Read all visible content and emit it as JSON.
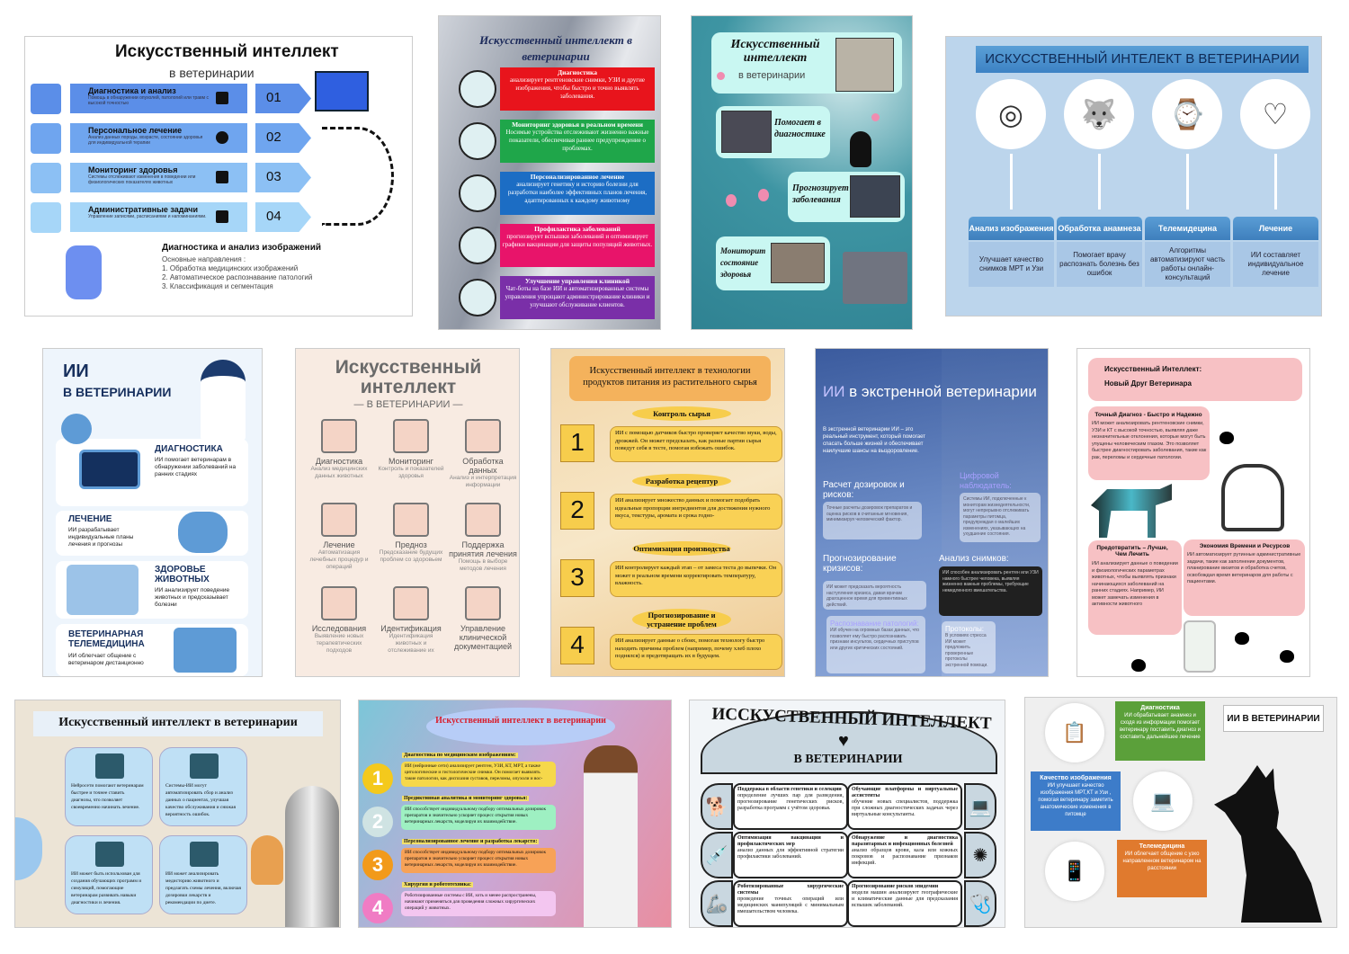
{
  "p1": {
    "title": "Искусственный интеллект",
    "subtitle": "в ветеринарии",
    "items": [
      {
        "title": "Диагностика и анализ",
        "desc": "Помощь в обнаружении опухолей, патологий или травм с высокой точностью",
        "num": "01"
      },
      {
        "title": "Персональное лечение",
        "desc": "Анализ данных породы, возрасте, состоянии здоровья для индивидуальной терапии",
        "num": "02"
      },
      {
        "title": "Мониторинг здоровья",
        "desc": "Системы отслеживают изменения в поведении или физиологических показателях животных",
        "num": "03"
      },
      {
        "title": "Административные задачи",
        "desc": "Управление записями, расписаниями и напоминаниями.",
        "num": "04"
      }
    ],
    "section_title": "Диагностика и анализ изображений",
    "section_intro": "Основные направления :",
    "list": [
      "1. Обработка медицинских изображений",
      "2. Автоматическое распознавание патологий",
      "3. Классификация и сегментация"
    ]
  },
  "p2": {
    "title": "Искусственный интеллект в ветеринарии",
    "items": [
      {
        "title": "Диагностика",
        "text": "анализирует рентгеновские снимки, УЗИ и другие изображения, чтобы быстро и точно выявлять заболевания.",
        "color": "#e8141c"
      },
      {
        "title": "Мониторинг здоровья в реальном времени",
        "text": "Носимые устройства отслеживают жизненно важные показатели, обеспечивая раннее предупреждение о проблемах.",
        "color": "#1fa64a"
      },
      {
        "title": "Персонализированное лечение",
        "text": "анализирует генетику и историю болезни для разработки наиболее эффективных планов лечения, адаптированных к каждому животному",
        "color": "#1c6dc4"
      },
      {
        "title": "Профилактика заболеваний",
        "text": "прогнозирует вспышки заболеваний и оптимизирует графики вакцинации для защиты популяций животных.",
        "color": "#e8146a"
      },
      {
        "title": "Улучшение управления клиникой",
        "text": "Чат-боты на базе ИИ и автоматизированные системы управления упрощают администрирование клиники и улучшают обслуживание клиентов.",
        "color": "#7a2fa8"
      }
    ]
  },
  "p3": {
    "title": "Искусственный интеллект",
    "subtitle": "в ветеринарии",
    "cards": [
      "Помогает в диагностике",
      "Прогнозирует заболевания",
      "Мониторит состояние здоровья"
    ]
  },
  "p4": {
    "title": "ИСКУССТВЕННЫЙ ИНТЕЛЕКТ В ВЕТЕРИНАРИИ",
    "columns": [
      {
        "icon": "mri-scanner-icon",
        "glyph": "◎",
        "head": "Анализ изображения",
        "body": "Улучшает качество снимков МРТ и Узи"
      },
      {
        "icon": "dog-head-icon",
        "glyph": "🐺",
        "head": "Обработка анамнеза",
        "body": "Помогает врачу распознать болезнь без ошибок"
      },
      {
        "icon": "smartwatch-icon",
        "glyph": "⌚",
        "head": "Телемидецина",
        "body": "Алгоритмы автоматизируют часть работы онлайн-консультаций"
      },
      {
        "icon": "heart-paw-icon",
        "glyph": "♡",
        "head": "Лечение",
        "body": "ИИ составляет индивидуальное лечение"
      }
    ]
  },
  "p5": {
    "title1": "ИИ",
    "title2": "В ВЕТЕРИНАРИИ",
    "sections": [
      {
        "head": "ДИАГНОСТИКА",
        "text": "ИИ помогает ветеринарам в обнаружении заболеваний на ранних стадиях"
      },
      {
        "head": "ЛЕЧЕНИЕ",
        "text": "ИИ разрабатывает индивидуальные планы лечения и прогнозы"
      },
      {
        "head": "ЗДОРОВЬЕ ЖИВОТНЫХ",
        "text": "ИИ анализирует поведение животных и предсказывает болезни"
      },
      {
        "head": "ВЕТЕРИНАРНАЯ ТЕЛЕМЕДИЦИНА",
        "text": "ИИ облегчает общение с ветеринаром дистанционно"
      }
    ]
  },
  "p6": {
    "title": "Искусственный интеллект",
    "subtitle": "— В ВЕТЕРИНАРИИ —",
    "cells": [
      {
        "head": "Диагностика",
        "text": "Анализ медицинских данных животных"
      },
      {
        "head": "Мониторинг",
        "text": "Контроль и показателей здоровья"
      },
      {
        "head": "Обработка данных",
        "text": "Анализ и интерпретация информации"
      },
      {
        "head": "Лечение",
        "text": "Автоматизация лечебных процедур и операций"
      },
      {
        "head": "Предноз",
        "text": "Предсказание будущих проблем со здоровьем"
      },
      {
        "head": "Поддержка принятия лечения",
        "text": "Помощь в выборе методов лечения"
      },
      {
        "head": "Исследования",
        "text": "Выявление новых терапевтических подходов"
      },
      {
        "head": "Идентификация",
        "text": "Идентификация животных и отслеживание их"
      },
      {
        "head": "Управление клинической документацией",
        "text": ""
      }
    ]
  },
  "p7": {
    "title": "Искусственный интеллект в технологии продуктов питания из растительного сырья",
    "steps": [
      {
        "num": "1",
        "head": "Контроль сырья",
        "text": "ИИ с помощью датчиков быстро проверяет качество муки, воды, дрожжей. Он может предсказать, как разные партии сырья поведут себя в тесте, помогая избежать ошибок."
      },
      {
        "num": "2",
        "head": "Разработка рецептур",
        "text": "ИИ анализирует множество данных и помогает подобрать идеальные пропорции ингредиентов для достижения нужного вкуса, текстуры, аромата и срока годно-"
      },
      {
        "num": "3",
        "head": "Оптимизация производства",
        "text": "ИИ контролирует каждый этап – от замеса теста до выпечки. Он может в реальном времени корректировать температуру, влажность."
      },
      {
        "num": "4",
        "head": "Прогнозирование и устранение проблем",
        "text": "ИИ анализирует данные о сбоях, помогая технологу быстро находить причины проблем (например, почему хлеб плохо поднялся) и предотвращать их в будущем."
      }
    ]
  },
  "p8": {
    "title_a": "ИИ",
    "title_b": " в экстренной ветеринарии",
    "intro": "В экстренной ветеринарии ИИ – это реальный инструмент, который помогает спасать больше жизней и обеспечивает наилучшие шансы на выздоровление.",
    "cards": [
      {
        "head": "Расчет дозировок и рисков:",
        "text": "Точные расчеты дозировок препаратов и оценка рисков в считанные мгновения, минимизируя человеческий фактор."
      },
      {
        "head": "Цифровой наблюдатель:",
        "text": "Системы ИИ, подключенные к мониторам жизнедеятельности, могут непрерывно отслеживать параметры питомца, предупреждая о малейших изменениях, указывающих на ухудшение состояния."
      },
      {
        "head": "Прогнозирование кризисов:",
        "text": "ИИ может предсказать вероятность наступления кризиса, давая врачам драгоценное время для превентивных действий."
      },
      {
        "head": "Анализ снимков:",
        "text": "ИИ способен анализировать рентген или УЗИ намного быстрее человека, выявляя жизненно важные проблемы, требующие немедленного вмешательства."
      },
      {
        "head": "Распознавание патологий:",
        "text": "ИИ обучен на огромных базах данных, что позволяет ему быстро распознавать признаки инсультов, сердечных приступов или других критических состояний."
      },
      {
        "head": "Протоколы:",
        "text": "В условиях стресса ИИ может предложить проверенные протоколы экстренной помощи."
      }
    ]
  },
  "p9": {
    "title1": "Искусственный Интеллект:",
    "title2": "Новый Друг Ветеринара",
    "sections": [
      {
        "head": "Точный Диагноз - Быстро и Надежно",
        "text": "ИИ может анализировать рентгеновские снимки, УЗИ и КТ с высокой точностью, выявляя даже незначительные отклонения, которые могут быть упущены человеческим глазом. Это позволяет быстрее диагностировать заболевания, такие как рак, переломы и сердечные патологии."
      },
      {
        "head": "Предотвратить – Лучше, Чем Лечить",
        "text": "ИИ анализирует данные о поведении и физиологических параметрах животных, чтобы выявлять признаки начинающихся заболеваний на ранних стадиях. Например, ИИ может замечать изменения в активности животного"
      },
      {
        "head": "Экономия Времени и Ресурсов",
        "text": "ИИ автоматизирует рутинные административные задачи, такие как заполнение документов, планирование визитов и обработка счетов, освобождая время ветеринаров для работы с пациентами."
      }
    ]
  },
  "p10": {
    "title": "Искусственный интеллект в ветеринарии",
    "cards": [
      "Нейросети помогают ветеринарам быстрее и точнее ставить диагнозы, что позволяет своевременно начинать лечение.",
      "Системы-ИИ могут автоматизировать сбор и анализ данных о пациентах, улучшая качество обслуживания и снижая вероятность ошибок.",
      "ИИ может быть использован для создания обучающих программ и симуляций, помогающие ветеринарам развивать навыки диагностики и лечения.",
      "ИИ может анализировать медисторию животного и предлагать схемы лечения, включая дозировки лекарств и рекомендации по диете."
    ]
  },
  "p11": {
    "title": "Искусственный интеллект в ветеринарии",
    "items": [
      {
        "num": "1",
        "head": "Диагностика по медицинским изображениям:",
        "text": "ИИ (нейронные сети) анализирует рентген, УЗИ, КТ, МРТ, а также цитологические и гистологические снимки. Он помогает выявлять такие патологии, как дисплазия суставов, переломы, опухоли и вос-",
        "color": "#f6d84a",
        "ncolor": "#f4c91c"
      },
      {
        "num": "2",
        "head": "Предиктивная аналитика и мониторинг здоровья:",
        "text": "ИИ способствует индивидуальному подбору оптимальных дозировок препаратов и значительно ускоряет процесс открытия новых ветеринарных лекарств, моделируя их взаимодействие.",
        "color": "#9ef0c2",
        "ncolor": "#cfe3e3"
      },
      {
        "num": "3",
        "head": "Персонализированное лечение и разработка лекарств:",
        "text": "ИИ способствует индивидуальному подбору оптимальных дозировок препаратов и значительно ускоряет процесс открытия новых ветеринарных лекарств, моделируя их взаимодействие.",
        "color": "#f7a257",
        "ncolor": "#f29a1a"
      },
      {
        "num": "4",
        "head": "Хирургия и робототехника:",
        "text": "Роботизированные системы с ИИ, хоть и менее распространены, начинают применяться для проведения сложных хирургических операций у животных.",
        "color": "#f3c6f0",
        "ncolor": "#f07cc4"
      }
    ]
  },
  "p12": {
    "title_top": "ИССКУСТВЕННЫЙ ИНТЕЛЛЕКТ",
    "title_bottom": "В ВЕТЕРИНАРИИ",
    "cells": [
      {
        "head": "Поддержка в области генетики и селекции",
        "text": "определение лучших пар для разведения, прогнозирование генетических рисков, разработка программ с учётом здоровья.",
        "icon": "dog-icon",
        "glyph": "🐕"
      },
      {
        "head": "Обучающие платформы и виртуальные ассистенты",
        "text": "обучение новых специалистов, поддержка при сложных диагностических задачах через виртуальные консультанты.",
        "icon": "laptop-icon",
        "glyph": "💻"
      },
      {
        "head": "Оптимизация вакцинации и профилактических мер",
        "text": "анализ данных для эффективной стратегии профилактики заболеваний.",
        "icon": "syringe-icon",
        "glyph": "💉"
      },
      {
        "head": "Обнаружение и диагностика паразитарных и инфекционных болезней",
        "text": "анализ образцов крови, кала или кожных покровов и распознавание признаков инфекций.",
        "icon": "virus-icon",
        "glyph": "✺"
      },
      {
        "head": "Роботизированные хирургические системы",
        "text": "проведение точных операций или медицинских манипуляций с минимальным вмешательством человека.",
        "icon": "robot-arm-icon",
        "glyph": "🦾"
      },
      {
        "head": "Прогнозирование рисков эпидемии",
        "text": "модели машин анализируют географические и климатические данные для предсказания вспышек заболеваний.",
        "icon": "stethoscope-icon",
        "glyph": "🩺"
      }
    ]
  },
  "p13": {
    "title": "ИИ В ВЕТЕРИНАРИИ",
    "callouts": [
      {
        "head": "Диагностика",
        "text": "ИИ обрабатывает анамнез и сходя из информации помогает ветеринару поставить диагноз и составить дальнейшее лечение",
        "color": "#5ba03a"
      },
      {
        "head": "Качество изображения",
        "text": "ИИ улучшает качество изображения МРТ,КТ и Узи , помогая ветеринару заметить анатомические изменения в питомце",
        "color": "#3d7cc9"
      },
      {
        "head": "Телемедицина",
        "text": "ИИ облегчает общение с узко направленном ветеринаром на расстоянии",
        "color": "#e07a2e"
      }
    ]
  }
}
